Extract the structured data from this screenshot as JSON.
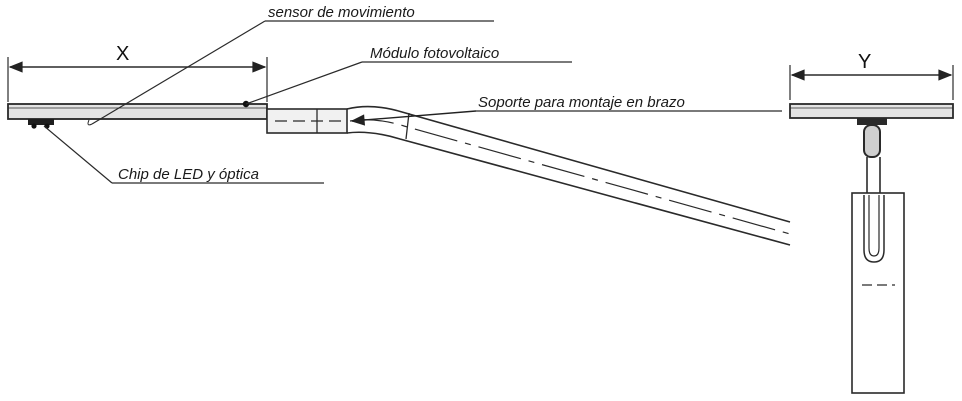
{
  "labels": {
    "motion_sensor": "sensor de movimiento",
    "pv_module": "Módulo fotovoltaico",
    "arm_mount": "Soporte para montaje en brazo",
    "led_chip": "Chip de LED y óptica"
  },
  "dimensions": {
    "x": "X",
    "y": "Y"
  },
  "colors": {
    "line": "#2a2a2a",
    "fixture_fill": "#d9d9d9",
    "background": "#ffffff"
  }
}
